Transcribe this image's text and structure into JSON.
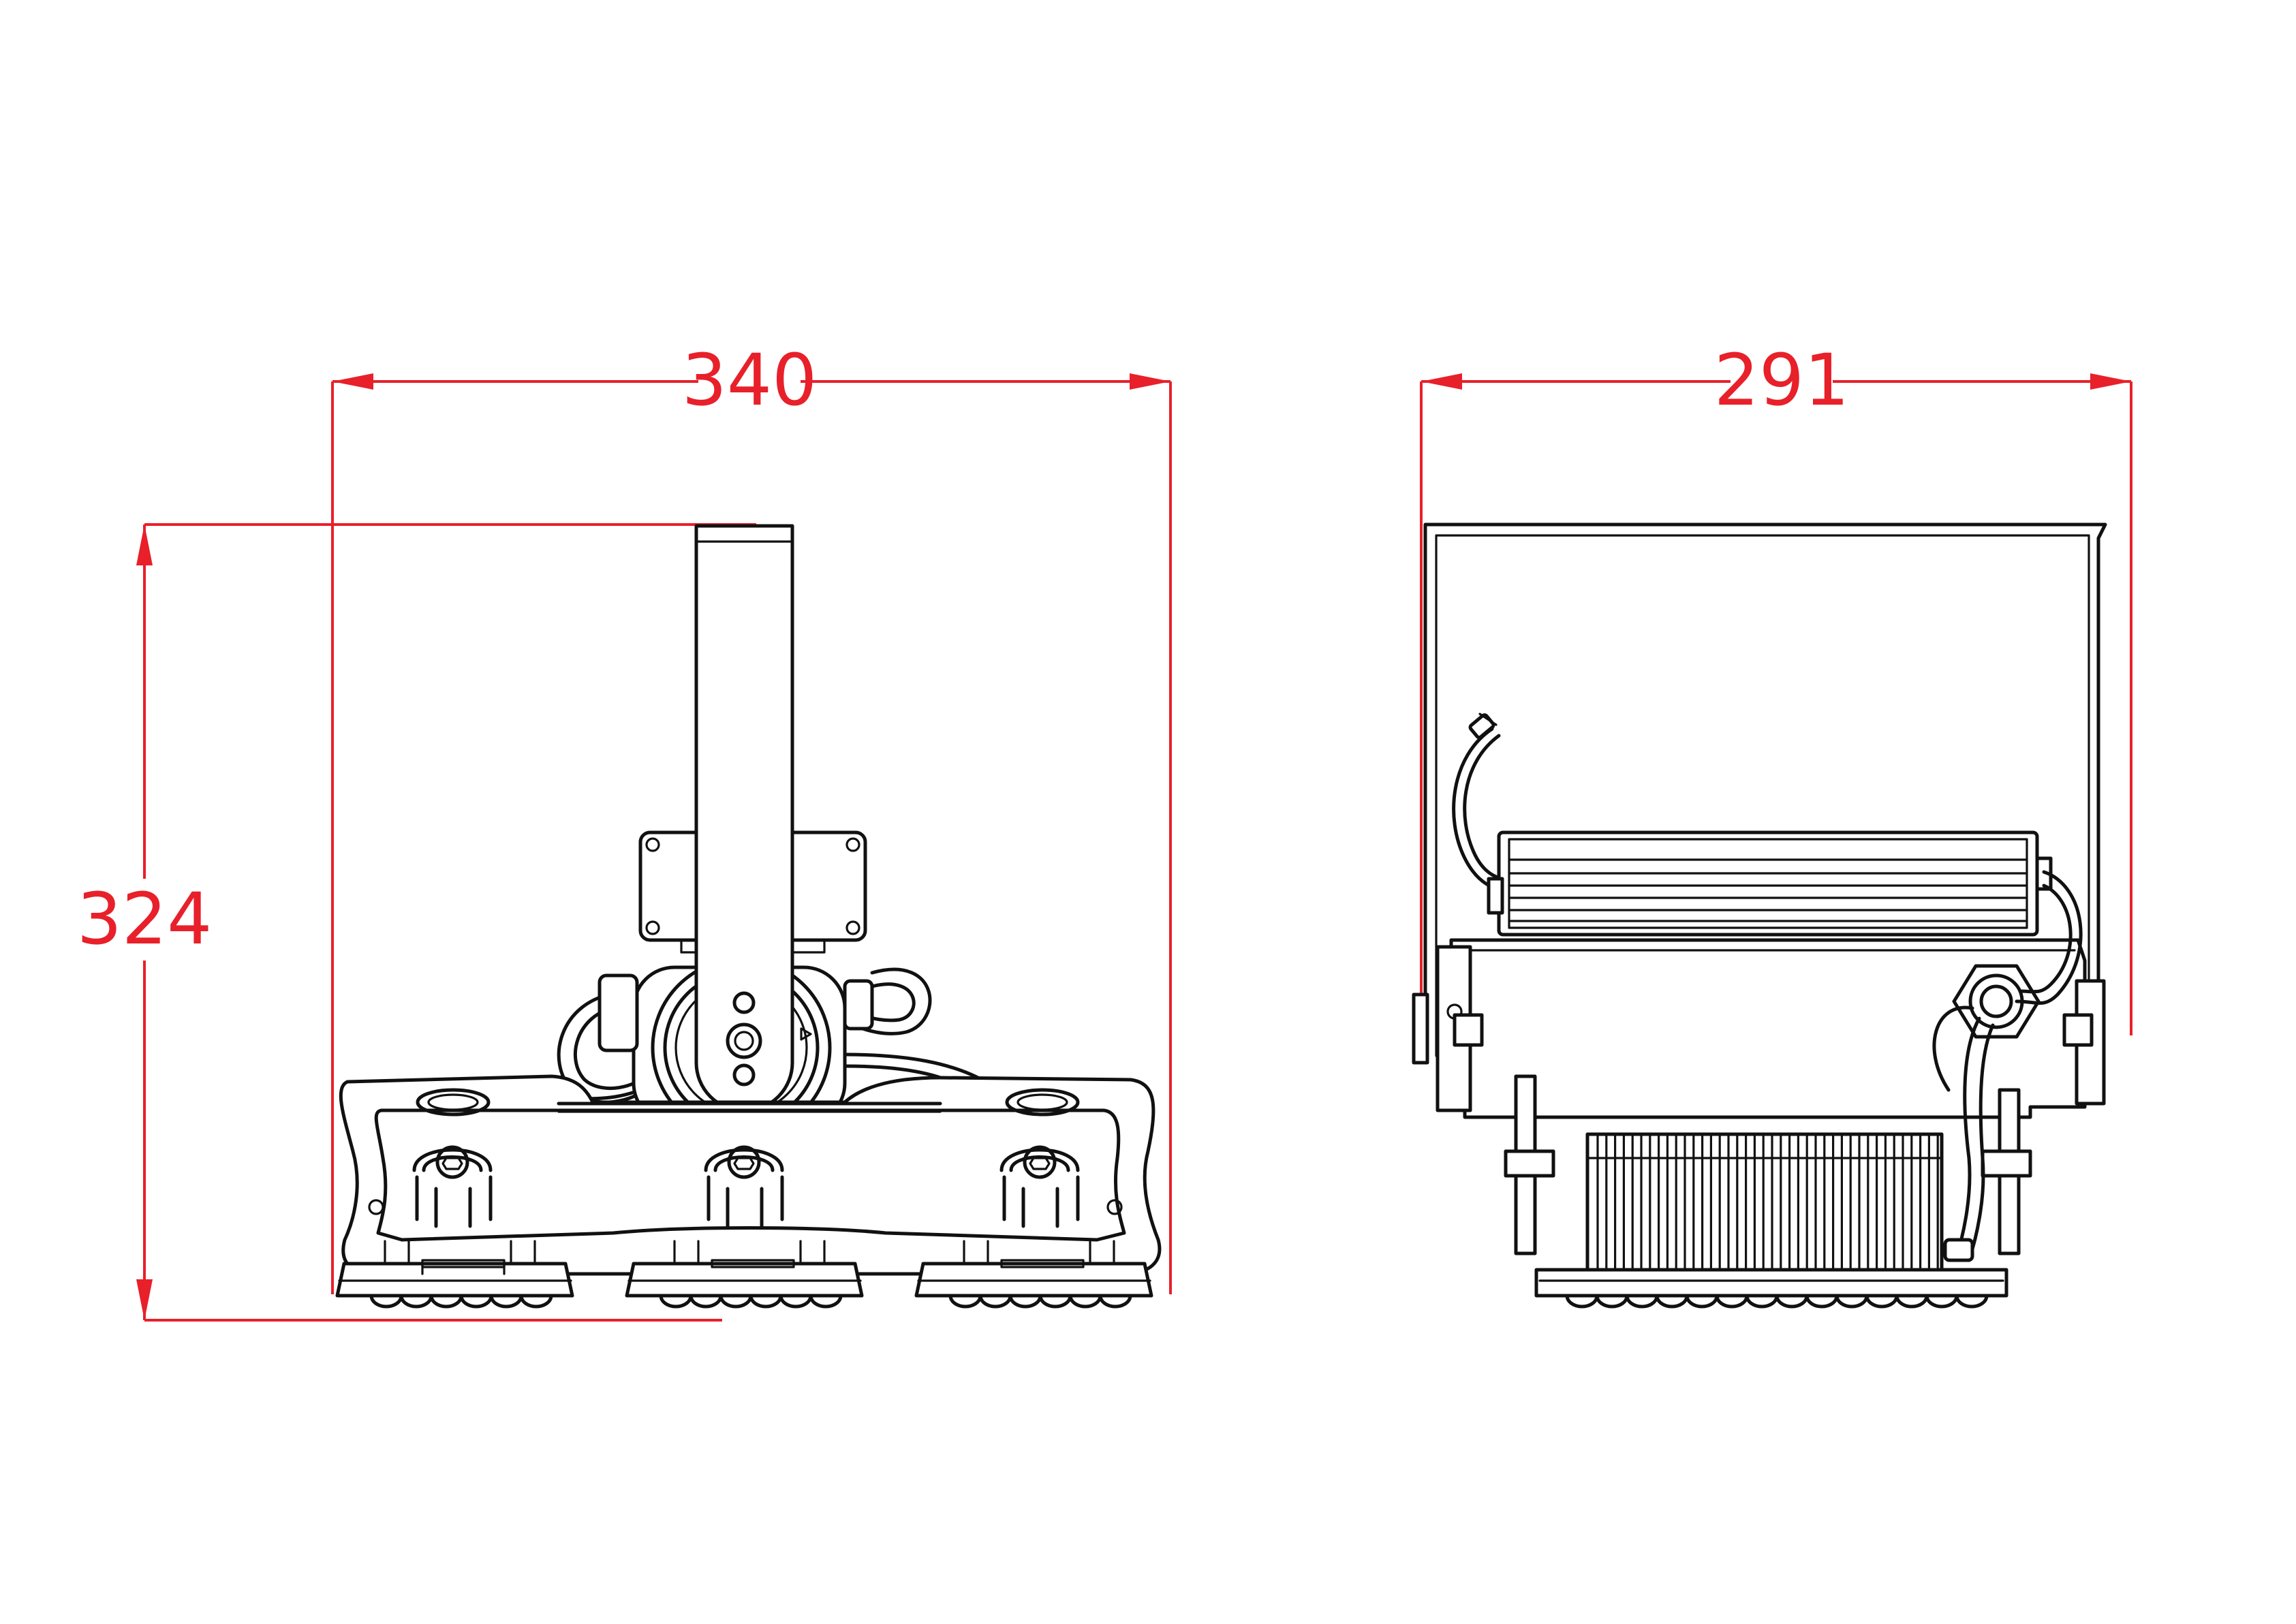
{
  "dimensions": {
    "front_width": "340",
    "front_height": "324",
    "side_width": "291"
  },
  "colors": {
    "dimension": "#e8202a",
    "outline": "#111111",
    "background": "#ffffff"
  }
}
